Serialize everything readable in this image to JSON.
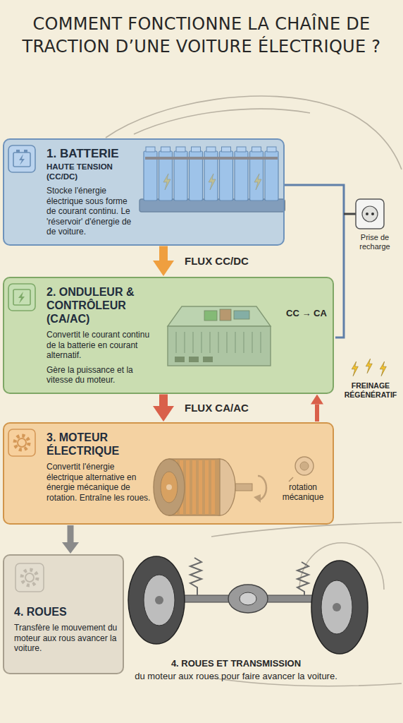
{
  "diagram": {
    "title": "COMMENT FONCTIONNE LA CHAÎNE DE TRACTION D’UNE VOITURE ÉLECTRIQUE ?",
    "nodes": [
      {
        "text": [
          "1. BATTERIE",
          "HAUTE TENSION (CC/DC)",
          "Stocke l'énergie électrique sous forme de courant continu. Le 'réservoir' d'énergie de de voiture."
        ]
      },
      {
        "text": [
          "2. ONDULEUR & CONTRÔLEUR (CA/AC)",
          "Convertit le courant continu de la batterie en courant alternatif.",
          "Gère la puissance et la vitesse du moteur."
        ]
      },
      {
        "text": [
          "3. MOTEUR ÉLECTRIQUE",
          "Convertit l'énergie électrique alternative en énergie mécanique de rotation. Entraîne les roues."
        ]
      },
      {
        "text": [
          "4. ROUES",
          "Transfère le mouvement du moteur aux rous avancer la voiture."
        ]
      }
    ],
    "edges": [
      {
        "from": 0,
        "to": 1,
        "arrow": "to",
        "label": "FLUX CC/DC"
      },
      {
        "from": 1,
        "to": 2,
        "arrow": "to",
        "label": "FLUX CA/AC"
      },
      {
        "from": 2,
        "to": 3,
        "arrow": "to"
      },
      {
        "from": 2,
        "to": 1,
        "arrow": "to"
      }
    ],
    "labels": [
      "CC → CA",
      "Prise de recharge",
      "FREINAGE RÉGÉNÉRATIF",
      "rotation mécanique",
      "4. ROUES ET TRANSMISSION",
      "du moteur aux roues pour faire avancer la voiture."
    ]
  }
}
